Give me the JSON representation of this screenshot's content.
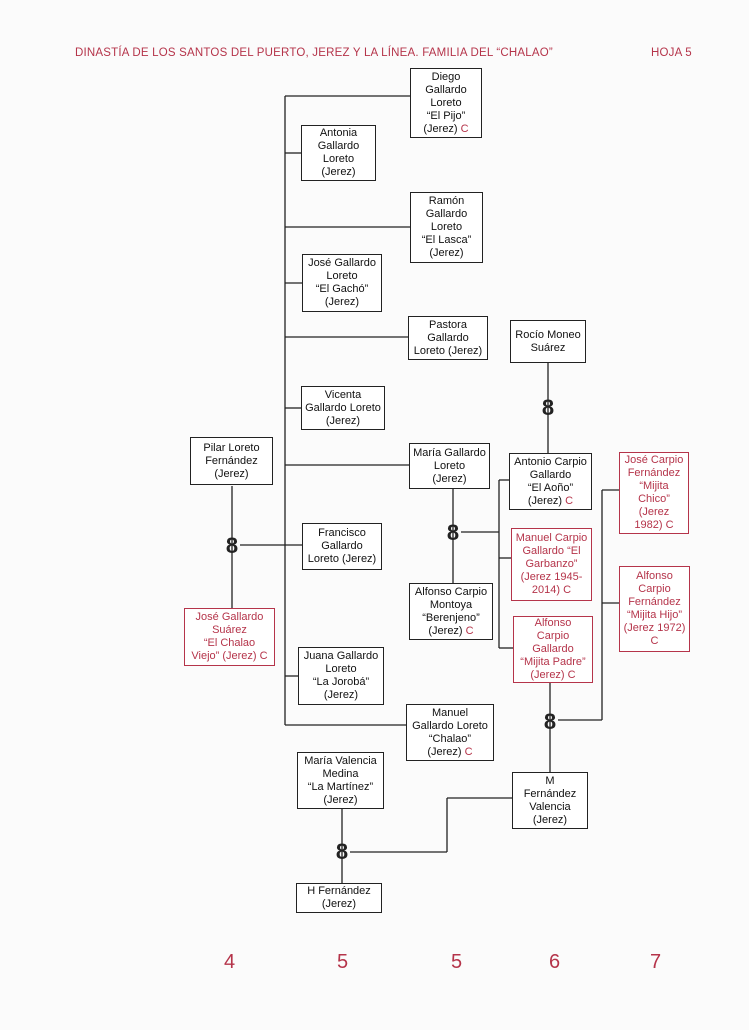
{
  "header": {
    "title": "DINASTÍA DE LOS SANTOS DEL PUERTO, JEREZ Y LA LÍNEA. FAMILIA DEL “CHALAO”",
    "sheet": "HOJA 5"
  },
  "people": {
    "diego": {
      "text": "Diego\nGallardo\nLoreto\n“El Pijo”\n(Jerez)",
      "mark": "C"
    },
    "antonia": {
      "text": "Antonia\nGallardo\nLoreto\n(Jerez)",
      "mark": ""
    },
    "ramon": {
      "text": "Ramón\nGallardo\nLoreto\n“El Lasca”\n(Jerez)",
      "mark": ""
    },
    "jose_gacho": {
      "text": "José Gallardo\nLoreto\n“El Gachó”\n(Jerez)",
      "mark": ""
    },
    "pastora": {
      "text": "Pastora\nGallardo\nLoreto (Jerez)",
      "mark": ""
    },
    "vicenta": {
      "text": "Vicenta\nGallardo Loreto\n(Jerez)",
      "mark": ""
    },
    "pilar": {
      "text": "Pilar Loreto\nFernández\n(Jerez)",
      "mark": ""
    },
    "maria_gallardo": {
      "text": "María Gallardo\nLoreto\n(Jerez)",
      "mark": ""
    },
    "francisco": {
      "text": "Francisco\nGallardo\nLoreto (Jerez)",
      "mark": ""
    },
    "jose_chalao_viejo": {
      "text": "José Gallardo\nSuárez\n“El Chalao\nViejo” (Jerez)",
      "mark": "C"
    },
    "alfonso_berenjeno": {
      "text": "Alfonso Carpio\nMontoya\n“Berenjeno”\n(Jerez)",
      "mark": "C"
    },
    "juana": {
      "text": "Juana Gallardo\nLoreto\n“La Jorobá”\n(Jerez)",
      "mark": ""
    },
    "manuel_chalao": {
      "text": "Manuel\nGallardo Loreto\n“Chalao”\n(Jerez)",
      "mark": "C"
    },
    "maria_valencia": {
      "text": "María Valencia\nMedina\n“La Martínez”\n(Jerez)",
      "mark": ""
    },
    "h_fernandez": {
      "text": "H Fernández\n(Jerez)",
      "mark": ""
    },
    "rocio": {
      "text": "Rocío Moneo\nSuárez",
      "mark": ""
    },
    "antonio_aono": {
      "text": "Antonio Carpio\nGallardo\n“El Aoño”\n(Jerez)",
      "mark": "C"
    },
    "manuel_garbanzo": {
      "text": "Manuel Carpio\nGallardo “El\nGarbanzo”\n(Jerez 1945-\n2014)",
      "mark": "C"
    },
    "alfonso_mijita_padre": {
      "text": "Alfonso Carpio\nGallardo\n“Mijita Padre”\n(Jerez)",
      "mark": "C"
    },
    "m_fernandez": {
      "text": "M\nFernández\nValencia\n(Jerez)",
      "mark": ""
    },
    "jose_mijita_chico": {
      "text": "José Carpio\nFernández\n“Mijita\nChico”\n(Jerez\n1982)",
      "mark": "C"
    },
    "alfonso_mijita_hijo": {
      "text": "Alfonso\nCarpio\nFernández\n“Mijita Hijo”\n(Jerez 1972)\nC",
      "mark": ""
    }
  },
  "generations": [
    "4",
    "5",
    "5",
    "6",
    "7"
  ],
  "marriage_symbol": "8"
}
